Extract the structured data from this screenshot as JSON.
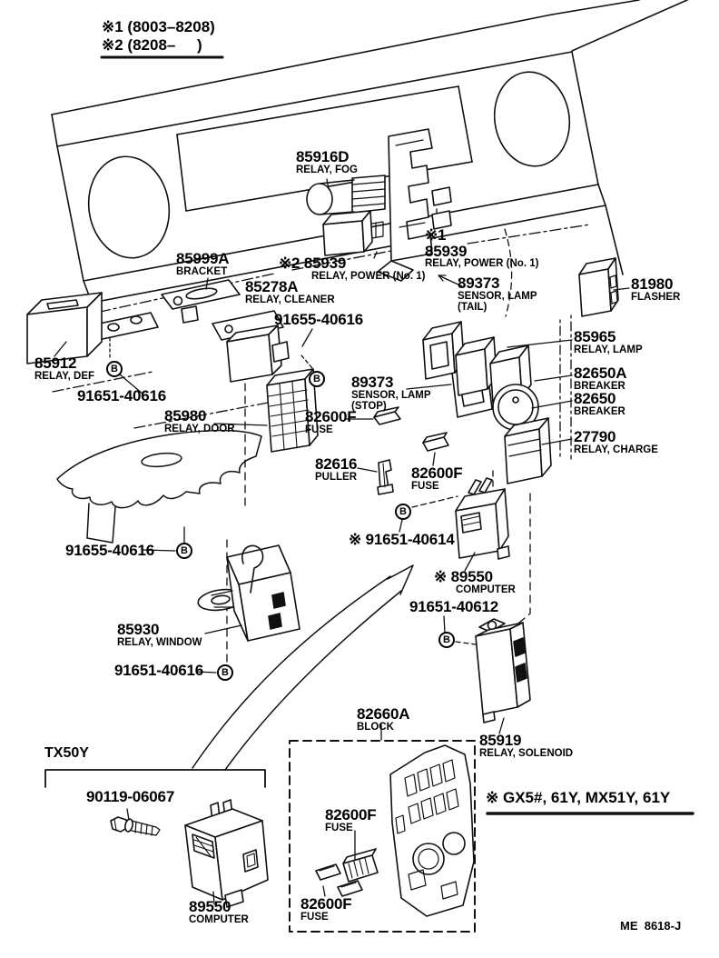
{
  "doc": {
    "note1": "※1 (8003–8208)",
    "note2": "※2 (8208–     )",
    "variant_note": "※ GX5#, 61Y, MX51Y, 61Y",
    "section": "TX50Y",
    "doc_code": "ME  8618-J",
    "mark_b": "B"
  },
  "parts": {
    "p85916d": {
      "num": "85916D",
      "desc": "RELAY, FOG"
    },
    "p85999a": {
      "num": "85999A",
      "desc": "BRACKET"
    },
    "p85939v2": {
      "num": "※2 85939",
      "desc": "RELAY, POWER (No. 1)"
    },
    "p85939v1": {
      "pre": "※1",
      "num": "85939",
      "desc": "RELAY, POWER (No. 1)"
    },
    "p85278a": {
      "num": "85278A",
      "desc": "RELAY, CLEANER"
    },
    "p91655a": {
      "num": "91655-40616"
    },
    "p89373tail": {
      "num": "89373",
      "desc": "SENSOR, LAMP",
      "desc2": "(TAIL)"
    },
    "p81980": {
      "num": "81980",
      "desc": "FLASHER"
    },
    "p85965": {
      "num": "85965",
      "desc": "RELAY, LAMP"
    },
    "p82650a": {
      "num": "82650A",
      "desc": "BREAKER"
    },
    "p82650": {
      "num": "82650",
      "desc": "BREAKER"
    },
    "p27790": {
      "num": "27790",
      "desc": "RELAY, CHARGE"
    },
    "p85912": {
      "num": "85912",
      "desc": "RELAY, DEF"
    },
    "p91651a": {
      "num": "91651-40616"
    },
    "p85980": {
      "num": "85980",
      "desc": "RELAY, DOOR"
    },
    "p89373stop": {
      "num": "89373",
      "desc": "SENSOR, LAMP",
      "desc2": "(STOP)"
    },
    "p82600f1": {
      "num": "82600F",
      "desc": "FUSE"
    },
    "p82616": {
      "num": "82616",
      "desc": "PULLER"
    },
    "p82600f2": {
      "num": "82600F",
      "desc": "FUSE"
    },
    "p91655b": {
      "num": "91655-40616"
    },
    "p85930": {
      "num": "85930",
      "desc": "RELAY, WINDOW"
    },
    "p91651b": {
      "num": "91651-40616"
    },
    "p91651c": {
      "num": "※ 91651-40614"
    },
    "p89550mid": {
      "num": "※ 89550",
      "desc": "COMPUTER"
    },
    "p91651d": {
      "num": "91651-40612"
    },
    "p82660a": {
      "num": "82660A",
      "desc": "BLOCK"
    },
    "p85919": {
      "num": "85919",
      "desc": "RELAY, SOLENOID"
    },
    "p90119": {
      "num": "90119-06067"
    },
    "p89550bot": {
      "num": "89550",
      "desc": "COMPUTER"
    },
    "p82600f3": {
      "num": "82600F",
      "desc": "FUSE"
    },
    "p82600f4": {
      "num": "82600F",
      "desc": "FUSE"
    }
  }
}
